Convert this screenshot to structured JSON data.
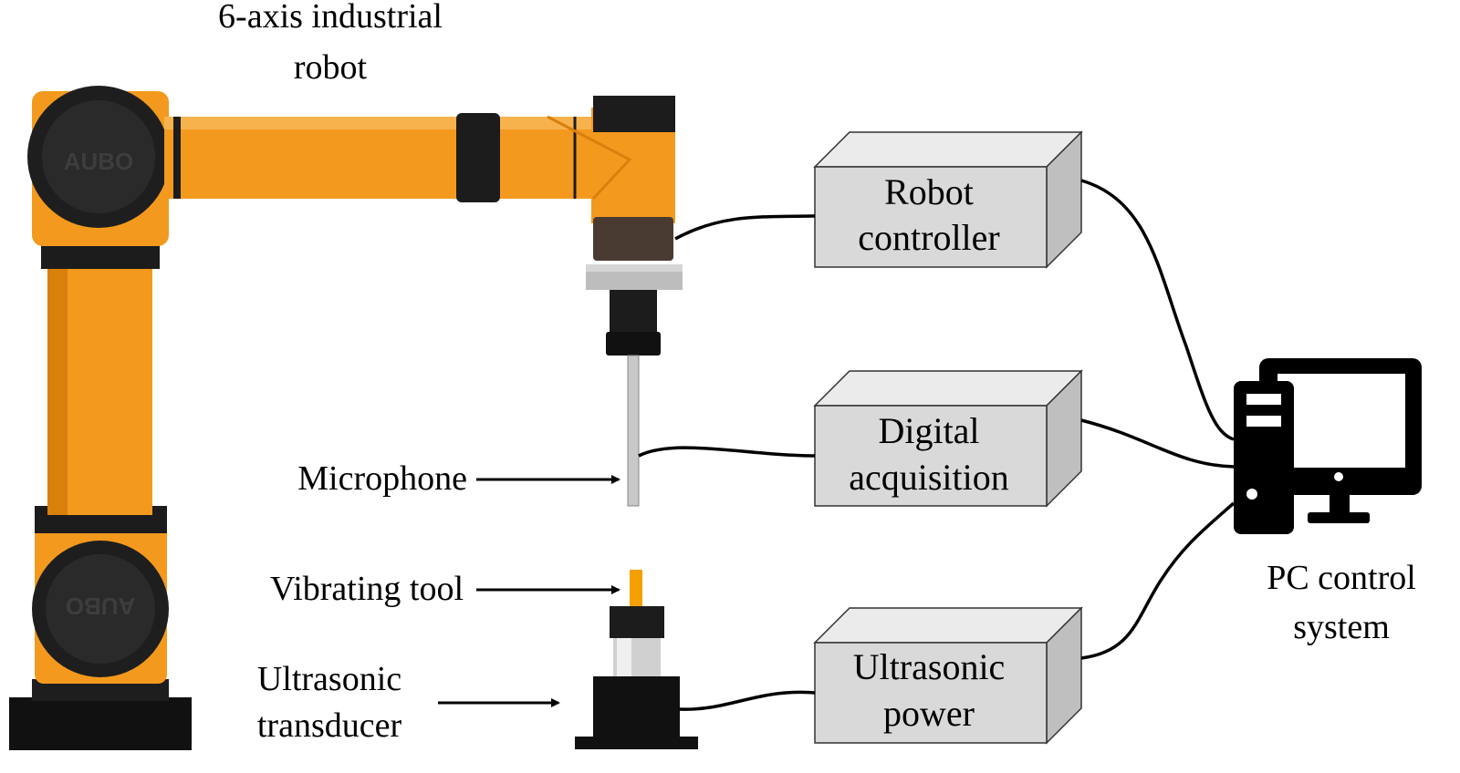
{
  "labels": {
    "robot_line1": "6-axis industrial",
    "robot_line2": "robot",
    "microphone": "Microphone",
    "vibrating_tool": "Vibrating tool",
    "transducer_line1": "Ultrasonic",
    "transducer_line2": "transducer",
    "pc_line1": "PC control",
    "pc_line2": "system",
    "robot_logo": "AUBO"
  },
  "boxes": {
    "robot_controller": {
      "line1": "Robot",
      "line2": "controller"
    },
    "digital_acquisition": {
      "line1": "Digital",
      "line2": "acquisition"
    },
    "ultrasonic_power": {
      "line1": "Ultrasonic",
      "line2": "power"
    }
  },
  "colors": {
    "robot_orange": "#f39a1e",
    "robot_orange_dark": "#d97f0c",
    "robot_black": "#1a1a1a",
    "box_front": "#d9d9d9",
    "box_top": "#ebebeb",
    "box_side": "#bfbfbf",
    "tool_orange": "#f5a000"
  }
}
